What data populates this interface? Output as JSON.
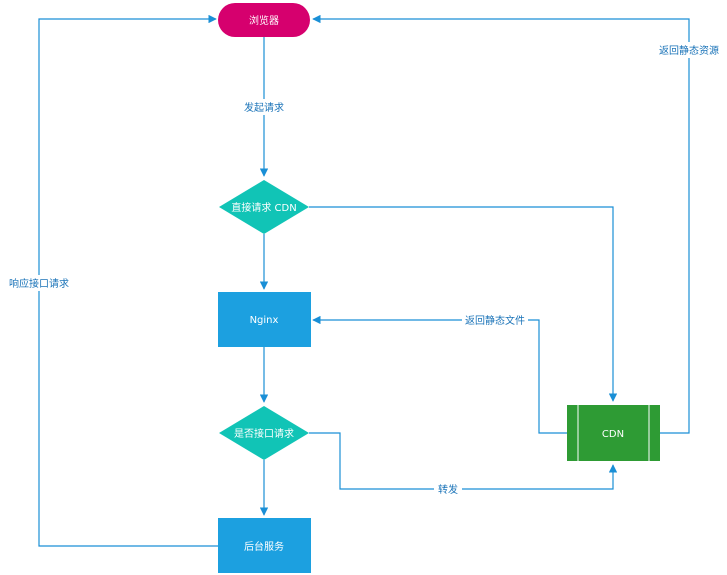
{
  "nodes": {
    "browser": "浏览器",
    "cdn_decision": "直接请求 CDN",
    "nginx": "Nginx",
    "api_decision": "是否接口请求",
    "backend": "后台服务",
    "cdn": "CDN"
  },
  "edges": {
    "send_request": "发起请求",
    "return_static_resource": "返回静态资源",
    "return_static_file": "返回静态文件",
    "forward": "转发",
    "respond_api_request": "响应接口请求"
  },
  "colors": {
    "edge": "#1a8fd6",
    "browser": "#d6006e",
    "decision": "#11c4b6",
    "process": "#1ca0e0",
    "cdn": "#2e9b34"
  }
}
